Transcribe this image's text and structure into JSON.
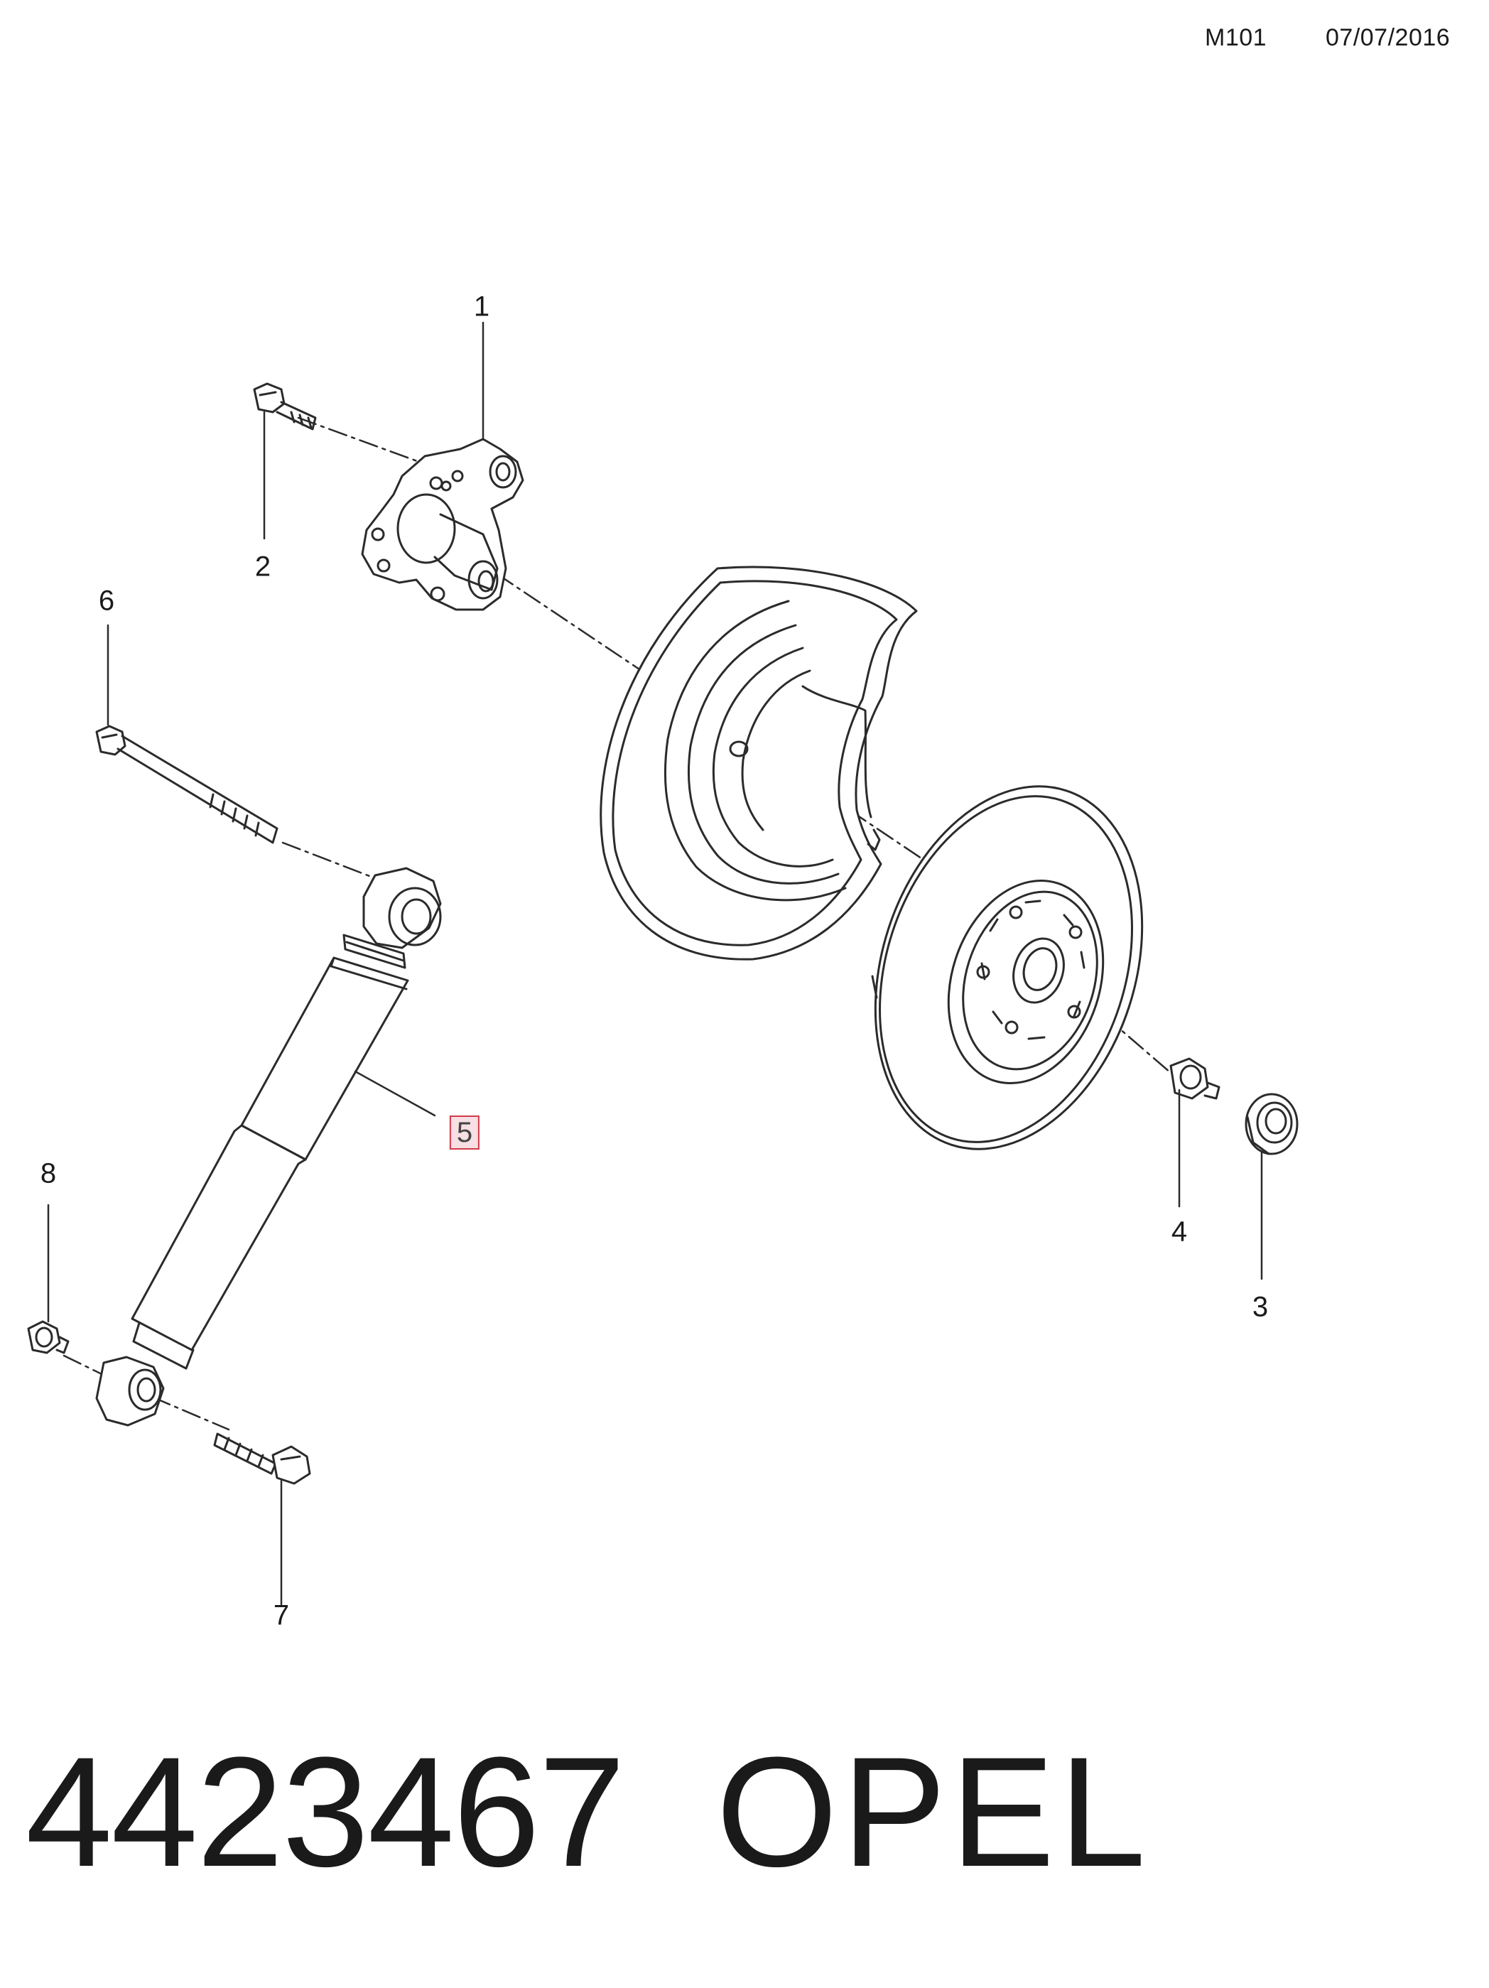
{
  "header": {
    "code": "M101",
    "date": "07/07/2016"
  },
  "callouts": [
    {
      "id": "1",
      "label": "1",
      "highlighted": false
    },
    {
      "id": "2",
      "label": "2",
      "highlighted": false
    },
    {
      "id": "3",
      "label": "3",
      "highlighted": false
    },
    {
      "id": "4",
      "label": "4",
      "highlighted": false
    },
    {
      "id": "5",
      "label": "5",
      "highlighted": true
    },
    {
      "id": "6",
      "label": "6",
      "highlighted": false
    },
    {
      "id": "7",
      "label": "7",
      "highlighted": false
    },
    {
      "id": "8",
      "label": "8",
      "highlighted": false
    }
  ],
  "footer": {
    "part_number": "4423467",
    "brand": "OPEL"
  },
  "colors": {
    "line": "#2b2b2b",
    "highlight_border": "#d23b4a",
    "highlight_fill": "#f7dfe3"
  }
}
